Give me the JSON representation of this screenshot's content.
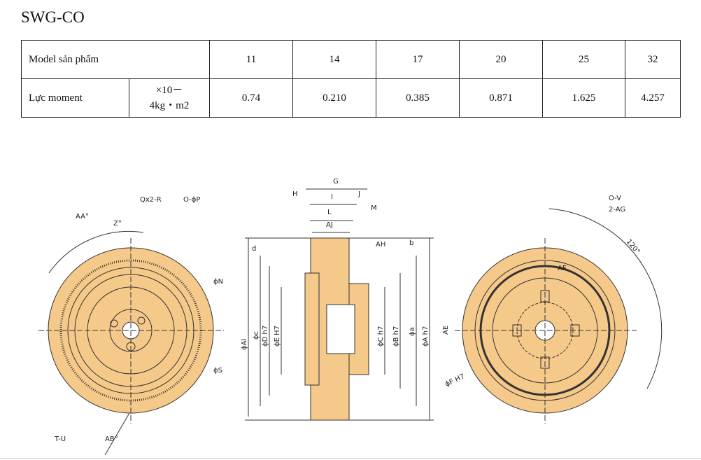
{
  "title": "SWG-CO",
  "table": {
    "row1_label": "Model sản phẩm",
    "models": [
      "11",
      "14",
      "17",
      "20",
      "25",
      "32"
    ],
    "row2_label": "Lực moment",
    "row2_unit": "×10－4kg・m2",
    "values": [
      "0.74",
      "0.210",
      "0.385",
      "0.871",
      "1.625",
      "4.257"
    ]
  },
  "drawing": {
    "front_labels": {
      "aa": "AA°",
      "qx": "Qx2-R",
      "op": "O-ϕP",
      "z": "Z°",
      "n": "ϕN",
      "s": "ϕS",
      "tu": "T-U",
      "ab": "AB°"
    },
    "side_labels": {
      "g": "G",
      "h": "H",
      "i": "I",
      "j": "J",
      "l": "L",
      "m": "M",
      "aj": "AJ",
      "ah": "AH",
      "b": "b",
      "d": "d",
      "ai": "ϕAI",
      "c": "ϕc",
      "dh": "ϕD h7",
      "eh": "ϕE H7",
      "ch": "ϕC h7",
      "bh": "ϕB h7",
      "a": "ϕa",
      "ah7": "ϕA h7"
    },
    "back_labels": {
      "ov": "O-V",
      "ag": "2-AG",
      "deg": "120°",
      "af": "AF",
      "ae": "AE",
      "fh": "ϕF H7"
    },
    "fill_color": "#f5c98a"
  }
}
